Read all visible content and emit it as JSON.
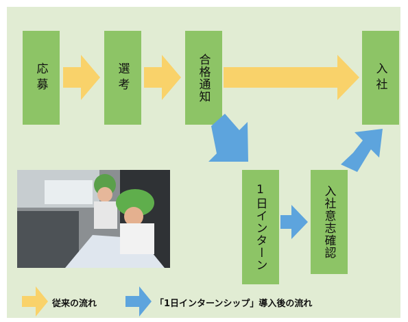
{
  "steps": {
    "oubo": "応募",
    "senkou": "選考",
    "goukaku": "合格通知",
    "nyusha": "入社",
    "internship": "1日インターン",
    "kakunin": "入社意志確認"
  },
  "legend": {
    "traditional": "従来の流れ",
    "internship": "「1日インターンシップ」導入後の流れ"
  },
  "colors": {
    "panel": "#e1ecd3",
    "box": "#8dc466",
    "traditional_arrow": "#f9d26a",
    "internship_arrow": "#5da4dd"
  }
}
